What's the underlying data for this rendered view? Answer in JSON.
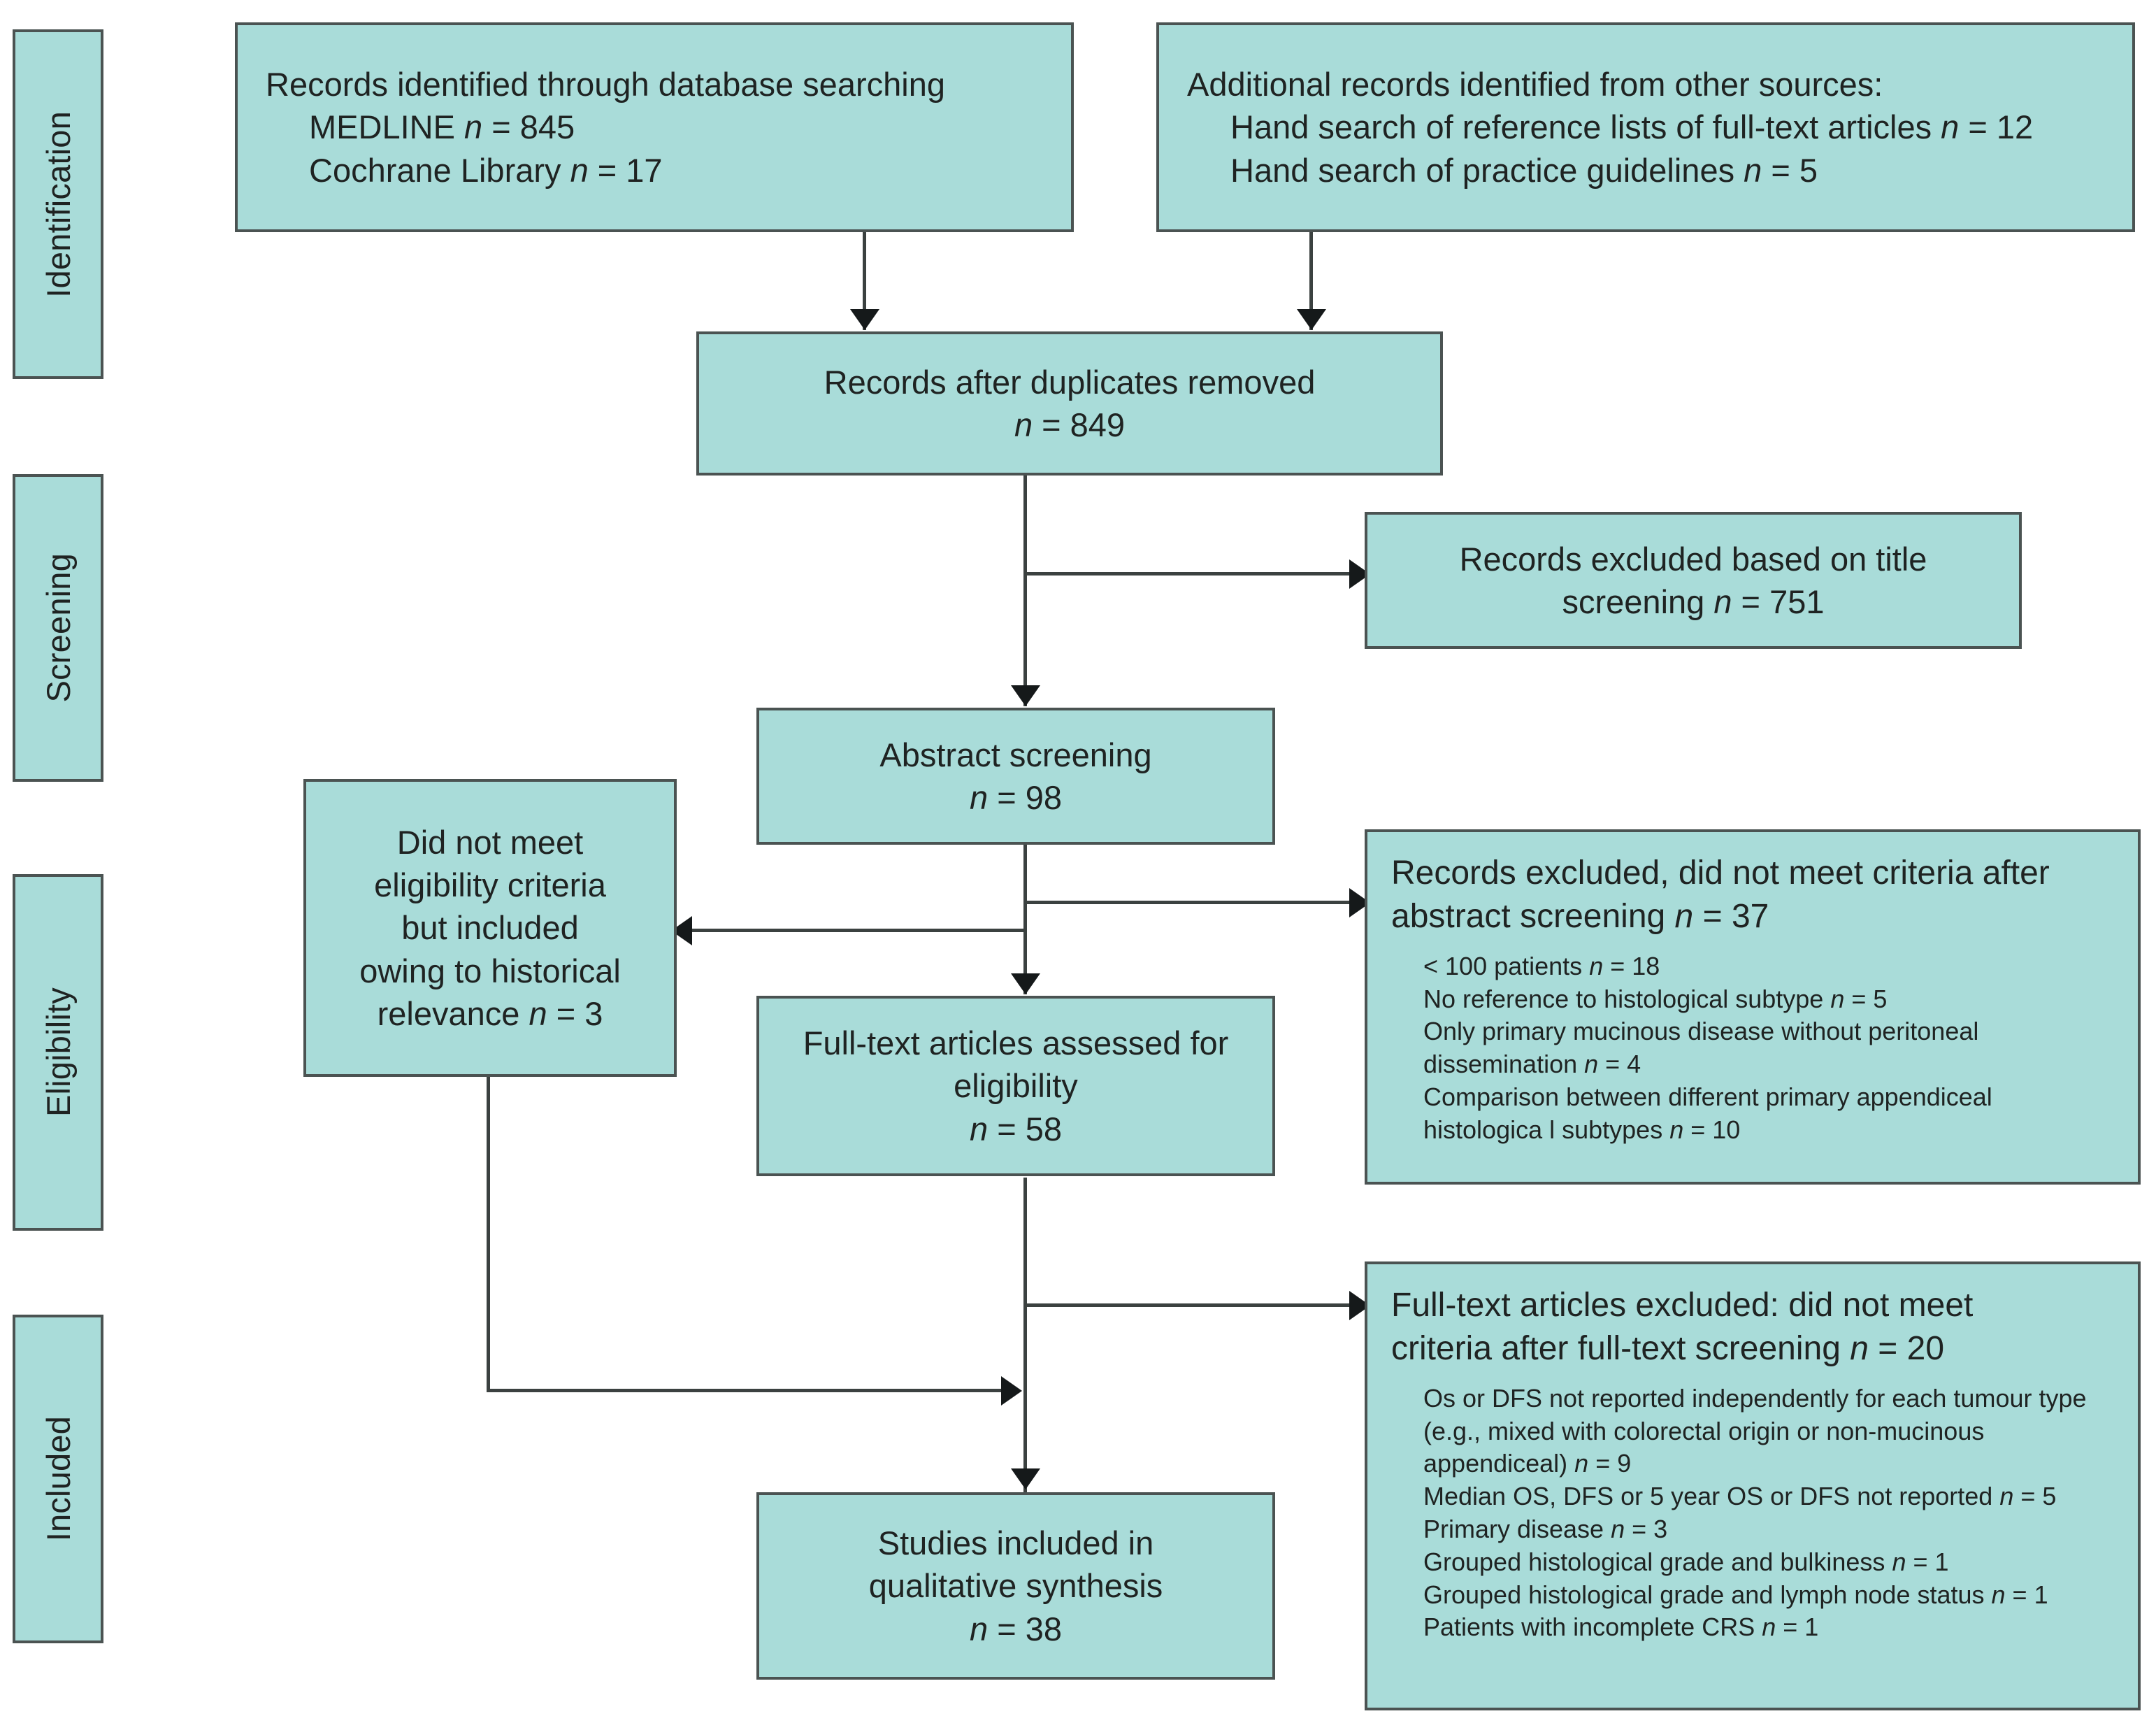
{
  "colors": {
    "box_fill": "#a9dcd9",
    "box_border": "#4b5352",
    "connector": "#3b4140",
    "text": "#1f2322"
  },
  "stages": [
    {
      "label": "Identification"
    },
    {
      "label": "Screening"
    },
    {
      "label": "Eligibility"
    },
    {
      "label": "Included"
    }
  ],
  "boxes": {
    "database_search": {
      "title": "Records identified through database searching",
      "lines": [
        {
          "text": "MEDLINE ",
          "n": "n",
          "eq": " = 845"
        },
        {
          "text": "Cochrane Library ",
          "n": "n",
          "eq": " = 17"
        }
      ]
    },
    "other_sources": {
      "title": "Additional records identified from other sources:",
      "lines": [
        {
          "text": "Hand search of reference lists of full-text articles ",
          "n": "n",
          "eq": " = 12"
        },
        {
          "text": "Hand search of practice guidelines ",
          "n": "n",
          "eq": " = 5"
        }
      ]
    },
    "duplicates_removed": {
      "title": "Records after duplicates removed",
      "count_italic": "n",
      "count_rest": " = 849"
    },
    "title_excluded": {
      "line1": "Records excluded based on title",
      "line2_pre": "screening ",
      "line2_italic": "n",
      "line2_rest": " = 751"
    },
    "abstract_screening": {
      "title": "Abstract screening",
      "count_italic": "n",
      "count_rest": " = 98"
    },
    "historical_relevance": {
      "lines": [
        "Did not meet",
        "eligibility criteria",
        "but included",
        "owing to historical"
      ],
      "last_pre": "relevance ",
      "last_italic": "n",
      "last_rest": " = 3"
    },
    "abstract_excluded": {
      "header_line1": "Records excluded, did not meet criteria after",
      "header_line2_pre": "abstract screening ",
      "header_line2_italic": "n",
      "header_line2_rest": " = 37",
      "reasons": [
        {
          "text": "< 100 patients ",
          "n": "n",
          "eq": " = 18"
        },
        {
          "text": "No reference to histological subtype ",
          "n": "n",
          "eq": " = 5"
        },
        {
          "text": "Only primary mucinous disease without peritoneal dissemination ",
          "n": "n",
          "eq": " = 4"
        },
        {
          "text": "Comparison between different primary appendiceal histologica l subtypes ",
          "n": "n",
          "eq": " = 10"
        }
      ]
    },
    "fulltext_assessed": {
      "line1": "Full-text articles assessed for",
      "line2": "eligibility",
      "count_italic": "n",
      "count_rest": " = 58"
    },
    "fulltext_excluded": {
      "header_line1": "Full-text articles excluded: did not meet",
      "header_line2_pre": "criteria after full-text screening ",
      "header_line2_italic": "n",
      "header_line2_rest": " = 20",
      "reasons": [
        {
          "text": "Os or DFS not reported independently for each tumour type (e.g., mixed with colorectal origin or non-mucinous appendiceal) ",
          "n": "n",
          "eq": " = 9"
        },
        {
          "text": "Median OS, DFS or 5 year OS or DFS not reported ",
          "n": "n",
          "eq": " = 5"
        },
        {
          "text": "Primary disease ",
          "n": "n",
          "eq": " = 3"
        },
        {
          "text": "Grouped histological grade and bulkiness ",
          "n": "n",
          "eq": " = 1"
        },
        {
          "text": "Grouped histological grade and lymph node status ",
          "n": "n",
          "eq": " = 1"
        },
        {
          "text": "Patients with incomplete CRS ",
          "n": "n",
          "eq": " = 1"
        }
      ]
    },
    "included_studies": {
      "line1": "Studies included in",
      "line2": "qualitative synthesis",
      "count_italic": "n",
      "count_rest": " = 38"
    }
  }
}
